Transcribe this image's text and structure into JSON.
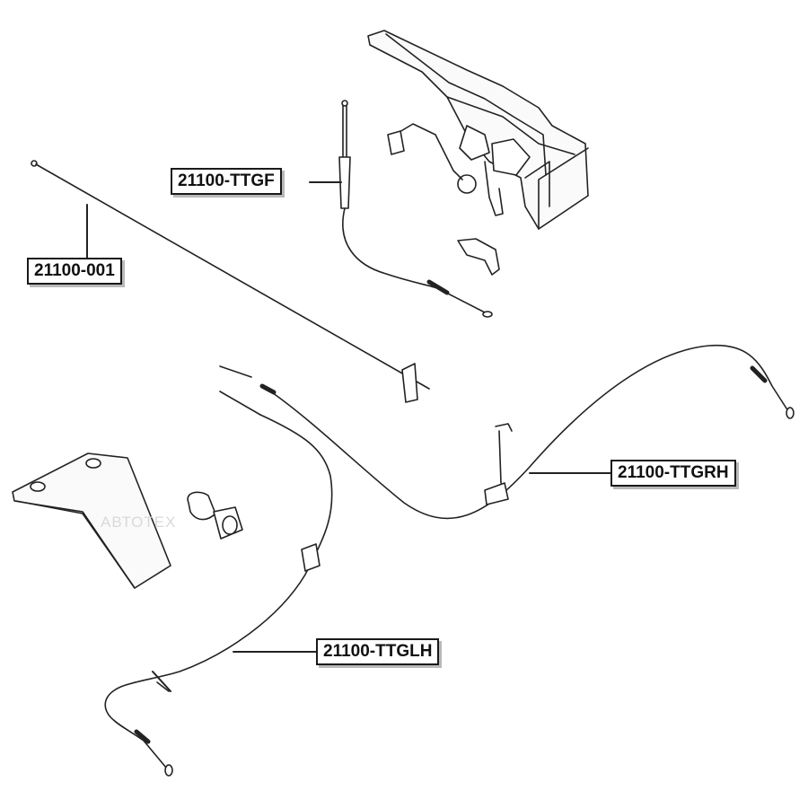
{
  "parts": [
    {
      "id": "handbrake-front-cable",
      "part_number": "21100-TTGF"
    },
    {
      "id": "rod",
      "part_number": "21100-001"
    },
    {
      "id": "rear-right-cable",
      "part_number": "21100-TTGRH"
    },
    {
      "id": "rear-left-cable",
      "part_number": "21100-TTGLH"
    }
  ],
  "watermark": "АВТОТЕХ"
}
